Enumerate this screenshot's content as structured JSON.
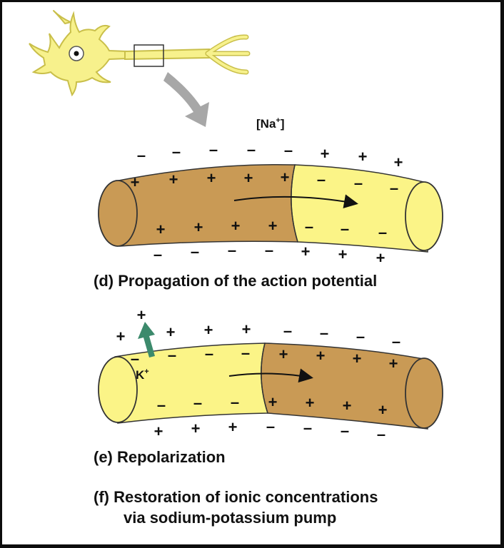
{
  "labels": {
    "na_ion": "[Na+]",
    "k_ion": "K+"
  },
  "captions": {
    "d": "(d) Propagation of the action potential",
    "e": "(e) Repolarization",
    "f_line1": "(f) Restoration of ionic concentrations",
    "f_line2": "via sodium-potassium pump"
  },
  "charge_signs": {
    "plus": "+",
    "minus": "–"
  },
  "colors": {
    "neuron_fill": "#f7f18c",
    "neuron_outline": "#c9bf4a",
    "depolarized_segment": "#c99a55",
    "resting_segment": "#fbf487",
    "k_arrow": "#3c8a6c",
    "zoom_arrow": "#a7a7a7"
  }
}
